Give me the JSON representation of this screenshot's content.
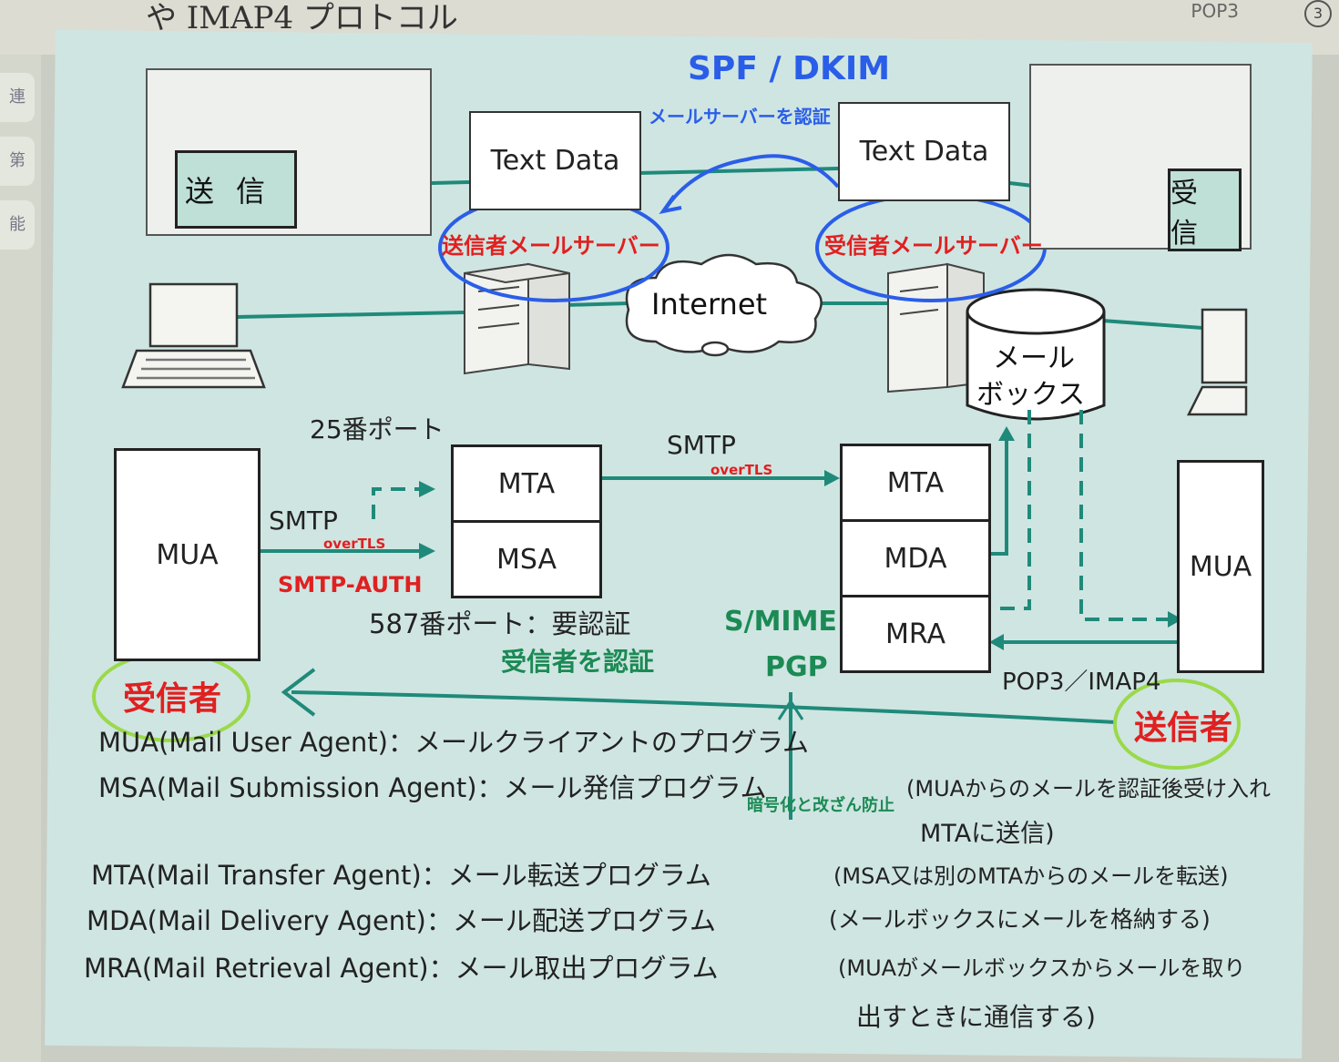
{
  "header": {
    "text": "や IMAP4 プロトコル",
    "corner": "POP3",
    "corner_num": "3"
  },
  "left_strip": [
    "連",
    "第",
    "能"
  ],
  "top": {
    "text_data_left": "Text Data",
    "text_data_right": "Text Data",
    "send": "送信",
    "receive": "受信",
    "internet": "Internet",
    "mailbox_line1": "メール",
    "mailbox_line2": "ボックス"
  },
  "flow": {
    "port25": "25番ポート",
    "smtp_left": "SMTP",
    "smtp_top": "SMTP",
    "port587": "587番ポート：要認証",
    "mua_left": "MUA",
    "mua_right": "MUA",
    "mta_left": "MTA",
    "msa": "MSA",
    "mta_right": "MTA",
    "mda": "MDA",
    "mra": "MRA",
    "pop_imap": "POP3／IMAP4"
  },
  "definitions": [
    {
      "text": "MUA(Mail User Agent)：メールクライアントのプログラム"
    },
    {
      "text": "MSA(Mail  Submission  Agent)：メール発信プログラム",
      "note": "(MUAからのメールを認証後受け入れ"
    },
    {
      "text": "",
      "note": "MTAに送信)"
    },
    {
      "text": "MTA(Mail Transfer Agent)：メール転送プログラム",
      "note": "(MSA又は別のMTAからのメールを転送)"
    },
    {
      "text": "MDA(Mail Delivery Agent)：メール配送プログラム",
      "note": "(メールボックスにメールを格納する)"
    },
    {
      "text": "MRA(Mail Retrieval Agent)：メール取出プログラム",
      "note": "(MUAがメールボックスからメールを取り"
    },
    {
      "text": "",
      "note": "出すときに通信する)"
    }
  ],
  "annotations": {
    "spf_dkim": "SPF / DKIM",
    "server_auth": "メールサーバーを認証",
    "sender_server": "送信者メールサーバー",
    "receiver_server": "受信者メールサーバー",
    "overtls_1": "overTLS",
    "overtls_2": "overTLS",
    "smtp_auth": "SMTP-AUTH",
    "smime": "S/MIME",
    "pgp": "PGP",
    "auth_receiver": "受信者を認証",
    "receiver": "受信者",
    "sender": "送信者",
    "tamper": "暗号化と改ざん防止"
  },
  "colors": {
    "teal": "#1f8a7a",
    "panel": "#cfe5e2",
    "red": "#e02020",
    "blue": "#2a5ee8",
    "green": "#1b8a54",
    "lime": "#9ad94a"
  }
}
